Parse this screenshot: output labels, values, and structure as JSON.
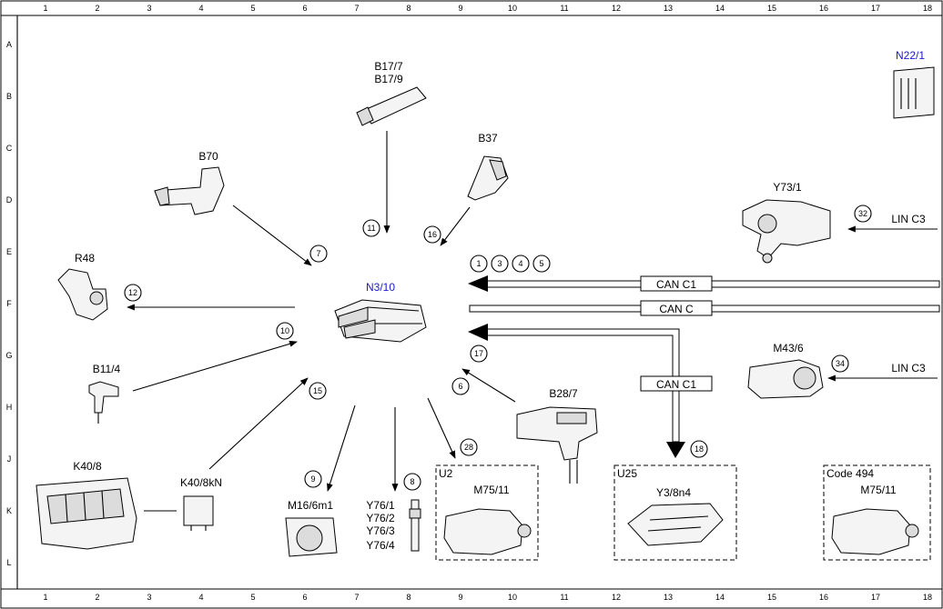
{
  "grid": {
    "columns": [
      "1",
      "2",
      "3",
      "4",
      "5",
      "6",
      "7",
      "8",
      "9",
      "10",
      "11",
      "12",
      "13",
      "14",
      "15",
      "16",
      "17",
      "18"
    ],
    "rows": [
      "A",
      "B",
      "C",
      "D",
      "E",
      "F",
      "G",
      "H",
      "J",
      "K",
      "L"
    ]
  },
  "components": {
    "b17": {
      "line1": "B17/7",
      "line2": "B17/9"
    },
    "n22": "N22/1",
    "b70": "B70",
    "b37": "B37",
    "y73": "Y73/1",
    "r48": "R48",
    "n3": "N3/10",
    "b11": "B11/4",
    "m43": "M43/6",
    "b28": "B28/7",
    "k40": "K40/8",
    "k40kn": "K40/8kN",
    "m16": "M16/6m1",
    "y76": [
      "Y76/1",
      "Y76/2",
      "Y76/3",
      "Y76/4"
    ],
    "u2": {
      "box": "U2",
      "part": "M75/11"
    },
    "u25": {
      "box": "U25",
      "part": "Y3/8n4"
    },
    "code494": {
      "box": "Code 494",
      "part": "M75/11"
    }
  },
  "buses": {
    "can_c1_top": "CAN C1",
    "can_c": "CAN C",
    "can_c1_mid": "CAN C1",
    "lin_c3_top": "LIN C3",
    "lin_c3_mid": "LIN C3"
  },
  "steps": {
    "s1": "1",
    "s3": "3",
    "s4": "4",
    "s5": "5",
    "s6": "6",
    "s7": "7",
    "s8": "8",
    "s9": "9",
    "s10": "10",
    "s11": "11",
    "s12": "12",
    "s15": "15",
    "s16": "16",
    "s17": "17",
    "s18": "18",
    "s28": "28",
    "s32": "32",
    "s34": "34"
  }
}
